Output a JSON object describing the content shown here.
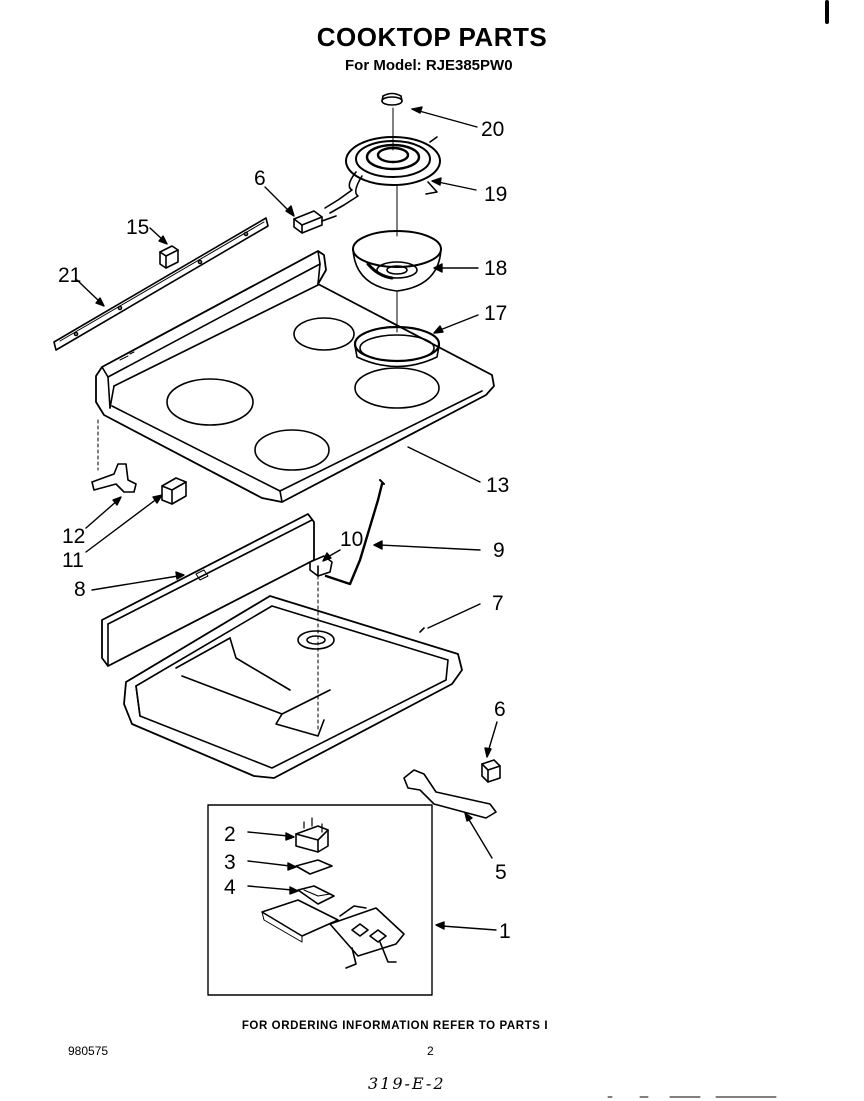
{
  "title": "COOKTOP PARTS",
  "subtitle": "For Model: RJE385PW0",
  "callouts": [
    {
      "id": "20",
      "label": "20"
    },
    {
      "id": "6a",
      "label": "6"
    },
    {
      "id": "19",
      "label": "19"
    },
    {
      "id": "15",
      "label": "15"
    },
    {
      "id": "21",
      "label": "21"
    },
    {
      "id": "18",
      "label": "18"
    },
    {
      "id": "17",
      "label": "17"
    },
    {
      "id": "13",
      "label": "13"
    },
    {
      "id": "12",
      "label": "12"
    },
    {
      "id": "11",
      "label": "11"
    },
    {
      "id": "10",
      "label": "10"
    },
    {
      "id": "9",
      "label": "9"
    },
    {
      "id": "8",
      "label": "8"
    },
    {
      "id": "7",
      "label": "7"
    },
    {
      "id": "6b",
      "label": "6"
    },
    {
      "id": "5",
      "label": "5"
    },
    {
      "id": "2",
      "label": "2"
    },
    {
      "id": "3",
      "label": "3"
    },
    {
      "id": "4",
      "label": "4"
    },
    {
      "id": "1",
      "label": "1"
    }
  ],
  "footer": {
    "note": "FOR ORDERING INFORMATION REFER TO PARTS I",
    "doc_number": "980575",
    "page_number": "2",
    "handwritten": "319-E-2"
  }
}
